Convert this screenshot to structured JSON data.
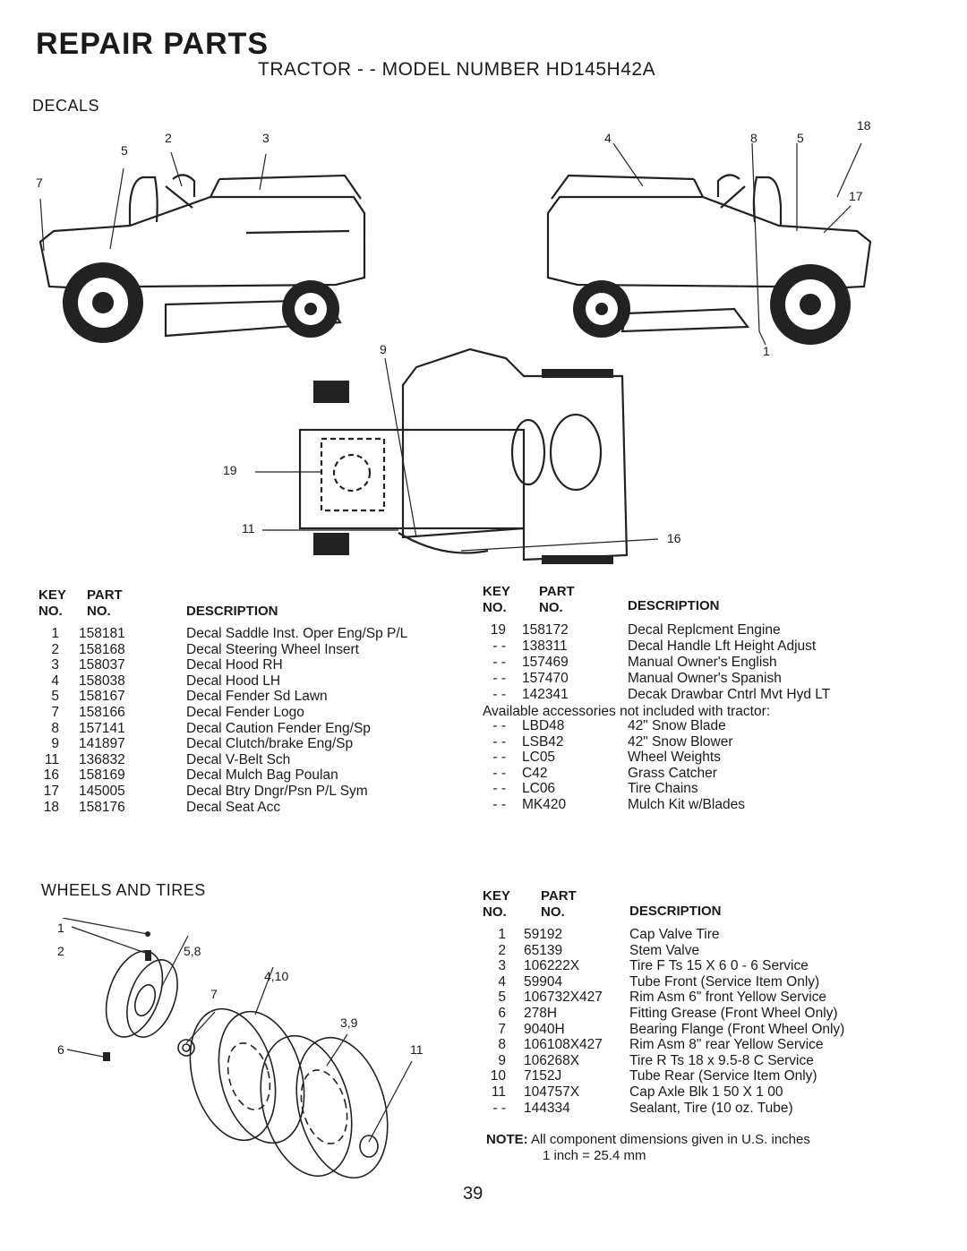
{
  "header": {
    "title": "REPAIR PARTS",
    "subtitle": "TRACTOR - - MODEL NUMBER HD145H42A",
    "section_decals": "DECALS",
    "section_wheels": "WHEELS AND TIRES"
  },
  "decal_callouts": [
    "5",
    "2",
    "3",
    "7",
    "4",
    "8",
    "5",
    "18",
    "17",
    "9",
    "1",
    "19",
    "11",
    "16"
  ],
  "wheel_callouts": [
    "1",
    "2",
    "5,8",
    "4,10",
    "7",
    "3,9",
    "6",
    "11"
  ],
  "table_headers": {
    "key": "KEY",
    "no": "NO.",
    "part": "PART",
    "part_no": "NO.",
    "description": "DESCRIPTION"
  },
  "decals_table_left": [
    {
      "key": "1",
      "part": "158181",
      "desc": "Decal Saddle Inst. Oper Eng/Sp P/L"
    },
    {
      "key": "2",
      "part": "158168",
      "desc": "Decal Steering Wheel Insert"
    },
    {
      "key": "3",
      "part": "158037",
      "desc": "Decal Hood RH"
    },
    {
      "key": "4",
      "part": "158038",
      "desc": "Decal Hood LH"
    },
    {
      "key": "5",
      "part": "158167",
      "desc": "Decal Fender Sd Lawn"
    },
    {
      "key": "7",
      "part": "158166",
      "desc": "Decal Fender Logo"
    },
    {
      "key": "8",
      "part": "157141",
      "desc": "Decal Caution Fender Eng/Sp"
    },
    {
      "key": "9",
      "part": "141897",
      "desc": "Decal Clutch/brake Eng/Sp"
    },
    {
      "key": "11",
      "part": "136832",
      "desc": "Decal V-Belt Sch"
    },
    {
      "key": "16",
      "part": "158169",
      "desc": "Decal Mulch Bag Poulan"
    },
    {
      "key": "17",
      "part": "145005",
      "desc": "Decal Btry Dngr/Psn P/L Sym"
    },
    {
      "key": "18",
      "part": "158176",
      "desc": "Decal Seat Acc"
    }
  ],
  "decals_table_right": [
    {
      "key": "19",
      "part": "158172",
      "desc": "Decal Replcment Engine"
    },
    {
      "key": "- -",
      "part": "138311",
      "desc": "Decal Handle Lft Height Adjust"
    },
    {
      "key": "- -",
      "part": "157469",
      "desc": "Manual Owner's English"
    },
    {
      "key": "- -",
      "part": "157470",
      "desc": "Manual Owner's Spanish"
    },
    {
      "key": "- -",
      "part": "142341",
      "desc": "Decak Drawbar Cntrl Mvt Hyd LT"
    }
  ],
  "accessories_note": "Available accessories not included with tractor:",
  "accessories": [
    {
      "key": "- -",
      "part": "LBD48",
      "desc": "42\" Snow Blade"
    },
    {
      "key": "- -",
      "part": "LSB42",
      "desc": "42\" Snow Blower"
    },
    {
      "key": "- -",
      "part": "LC05",
      "desc": "Wheel Weights"
    },
    {
      "key": "- -",
      "part": "C42",
      "desc": "Grass Catcher"
    },
    {
      "key": "- -",
      "part": "LC06",
      "desc": "Tire Chains"
    },
    {
      "key": "- -",
      "part": "MK420",
      "desc": "Mulch Kit w/Blades"
    }
  ],
  "wheels_table": [
    {
      "key": "1",
      "part": "59192",
      "desc": "Cap Valve Tire"
    },
    {
      "key": "2",
      "part": "65139",
      "desc": "Stem Valve"
    },
    {
      "key": "3",
      "part": "106222X",
      "desc": "Tire F Ts 15 X 6 0 - 6 Service"
    },
    {
      "key": "4",
      "part": "59904",
      "desc": "Tube Front (Service Item Only)"
    },
    {
      "key": "5",
      "part": "106732X427",
      "desc": "Rim Asm 6\" front Yellow Service"
    },
    {
      "key": "6",
      "part": "278H",
      "desc": "Fitting Grease (Front Wheel Only)"
    },
    {
      "key": "7",
      "part": "9040H",
      "desc": "Bearing Flange (Front Wheel Only)"
    },
    {
      "key": "8",
      "part": "106108X427",
      "desc": "Rim Asm 8\" rear Yellow Service"
    },
    {
      "key": "9",
      "part": "106268X",
      "desc": "Tire R Ts 18 x 9.5-8 C Service"
    },
    {
      "key": "10",
      "part": "7152J",
      "desc": "Tube Rear (Service Item Only)"
    },
    {
      "key": "11",
      "part": "104757X",
      "desc": "Cap Axle Blk 1 50 X 1 00"
    },
    {
      "key": "- -",
      "part": "144334",
      "desc": "Sealant, Tire (10 oz. Tube)"
    }
  ],
  "note": {
    "label": "NOTE:",
    "line1": "All component dimensions given in U.S. inches",
    "line2": "1 inch = 25.4 mm"
  },
  "page_number": "39"
}
